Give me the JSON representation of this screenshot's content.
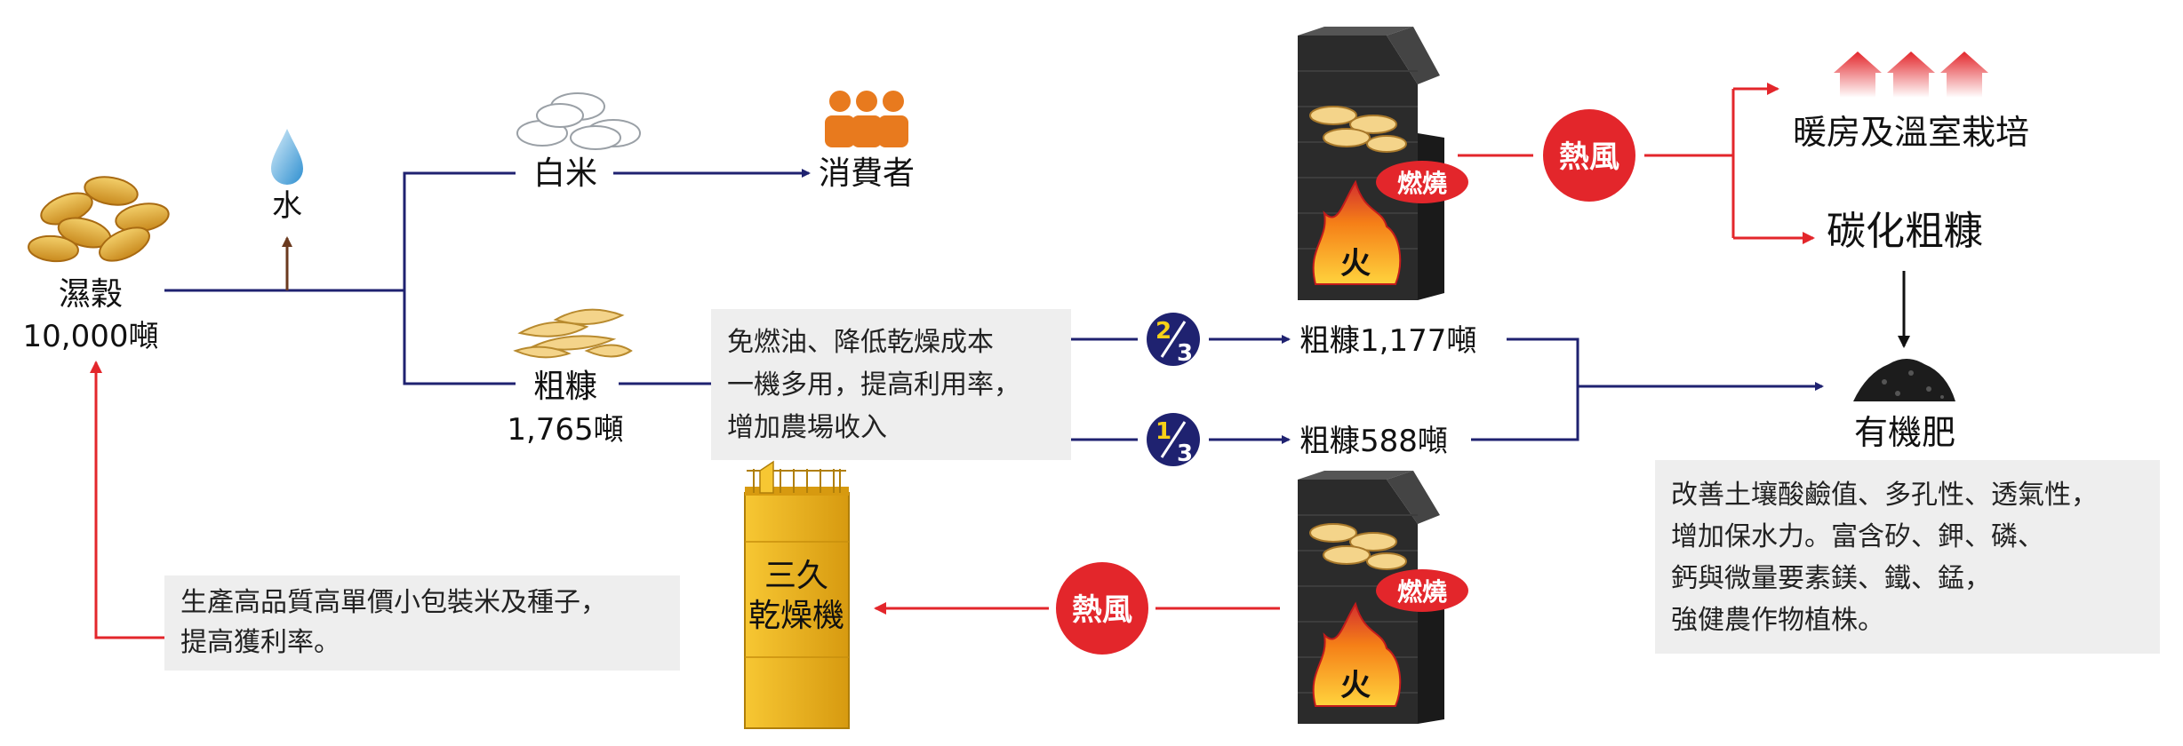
{
  "colors": {
    "navy": "#1f2270",
    "red": "#e3262b",
    "dark": "#111111",
    "orange": "#e87a1e",
    "gold": "#f0b61e",
    "box": "#eeeeee",
    "silo": "#2b2b2b"
  },
  "input": {
    "label": "濕穀",
    "amount": "10,000噸"
  },
  "water": {
    "label": "水",
    "icon": "water-drop-icon"
  },
  "white_rice": {
    "label": "白米"
  },
  "consumer": {
    "label": "消費者",
    "icon": "people-icon"
  },
  "husk": {
    "label": "粗糠",
    "amount": "1,765噸"
  },
  "benefit_box": {
    "lines": [
      "免燃油、降低乾燥成本",
      "一機多用，提高利用率，",
      "增加農場收入"
    ]
  },
  "fraction_top": {
    "numerator": "2",
    "denominator": "3"
  },
  "fraction_bottom": {
    "numerator": "1",
    "denominator": "3"
  },
  "husk_top": {
    "label": "粗糠1,177噸"
  },
  "husk_bottom": {
    "label": "粗糠588噸"
  },
  "burn_label": "燃燒",
  "fire_label": "火",
  "hot_air_label": "熱風",
  "greenhouse": {
    "label": "暖房及溫室栽培",
    "icon": "greenhouse-icon"
  },
  "carbonized": {
    "label": "碳化粗糠"
  },
  "fertilizer": {
    "label": "有機肥",
    "icon": "soil-pile-icon"
  },
  "fertilizer_box": {
    "lines": [
      "改善土壤酸鹼值、多孔性、透氣性，",
      "增加保水力。富含矽、鉀、磷、",
      "鈣與微量要素鎂、鐵、錳，",
      "強健農作物植株。"
    ]
  },
  "dryer": {
    "lines": [
      "三久",
      "乾燥機"
    ]
  },
  "return_box": {
    "lines": [
      "生產高品質高單價小包裝米及種子，",
      "提高獲利率。"
    ]
  }
}
